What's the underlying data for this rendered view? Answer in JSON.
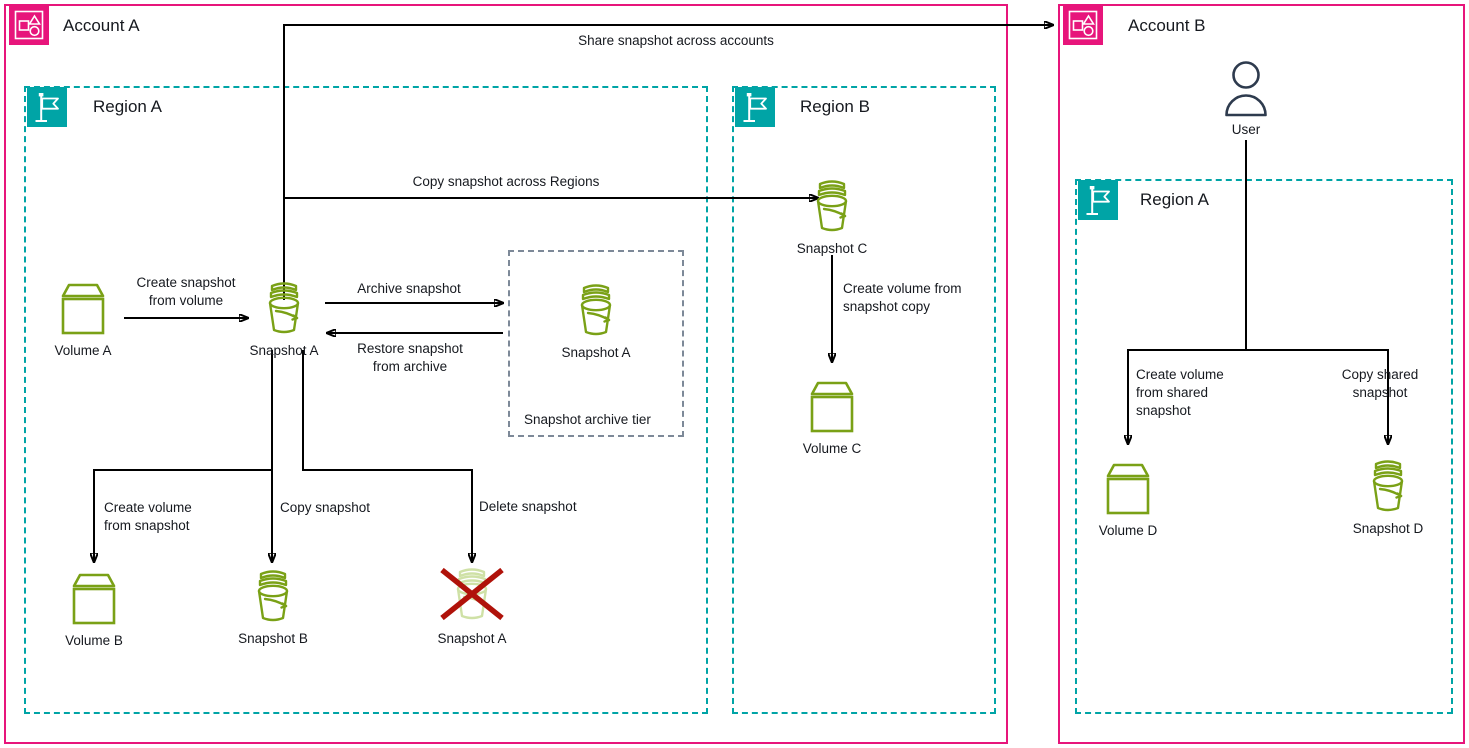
{
  "diagram": {
    "title": "Amazon EBS snapshot lifecycle across accounts and Regions",
    "colors": {
      "account_border": "#E7157B",
      "account_icon_bg": "#E7157B",
      "region_border": "#00A4A6",
      "region_icon_bg": "#00A4A6",
      "archive_border": "#7D8998",
      "resource_green": "#7AA116",
      "resource_green_faded": "#CFE1A6",
      "delete_x": "#B0120A",
      "user_icon": "#2E3B4E",
      "connector": "#000000",
      "text": "#16191F"
    }
  },
  "groups": {
    "account_a": {
      "label": "Account A",
      "icon": "account-icon"
    },
    "account_b": {
      "label": "Account B",
      "icon": "account-icon"
    },
    "region_a_left": {
      "label": "Region A",
      "icon": "region-flag-icon"
    },
    "region_b": {
      "label": "Region B",
      "icon": "region-flag-icon"
    },
    "region_a_right": {
      "label": "Region A",
      "icon": "region-flag-icon"
    },
    "archive_tier": {
      "label": "Snapshot archive tier"
    }
  },
  "nodes": {
    "volume_a": {
      "caption": "Volume A",
      "icon": "volume-icon"
    },
    "snapshot_a": {
      "caption": "Snapshot A",
      "icon": "snapshot-icon"
    },
    "snapshot_a_archived": {
      "caption": "Snapshot A",
      "icon": "snapshot-icon"
    },
    "volume_b": {
      "caption": "Volume B",
      "icon": "volume-icon"
    },
    "snapshot_b": {
      "caption": "Snapshot B",
      "icon": "snapshot-icon"
    },
    "snapshot_a_deleted": {
      "caption": "Snapshot A",
      "icon": "snapshot-deleted-icon"
    },
    "snapshot_c": {
      "caption": "Snapshot C",
      "icon": "snapshot-icon"
    },
    "volume_c": {
      "caption": "Volume C",
      "icon": "volume-icon"
    },
    "user": {
      "caption": "User",
      "icon": "user-icon"
    },
    "volume_d": {
      "caption": "Volume D",
      "icon": "volume-icon"
    },
    "snapshot_d": {
      "caption": "Snapshot D",
      "icon": "snapshot-icon"
    }
  },
  "edges": {
    "share_across_accounts": {
      "label": "Share snapshot across accounts"
    },
    "copy_across_regions": {
      "label": "Copy snapshot across Regions"
    },
    "create_snapshot": {
      "label": "Create snapshot\nfrom volume"
    },
    "archive_snapshot": {
      "label": "Archive snapshot"
    },
    "restore_snapshot": {
      "label": "Restore snapshot\nfrom archive"
    },
    "create_volume_from_snap": {
      "label": "Create volume\nfrom snapshot"
    },
    "copy_snapshot": {
      "label": "Copy snapshot"
    },
    "delete_snapshot": {
      "label": "Delete snapshot"
    },
    "create_volume_from_copy": {
      "label": "Create volume from\nsnapshot copy"
    },
    "create_volume_shared": {
      "label": "Create volume\nfrom shared\nsnapshot"
    },
    "copy_shared_snapshot": {
      "label": "Copy shared\nsnapshot"
    }
  }
}
